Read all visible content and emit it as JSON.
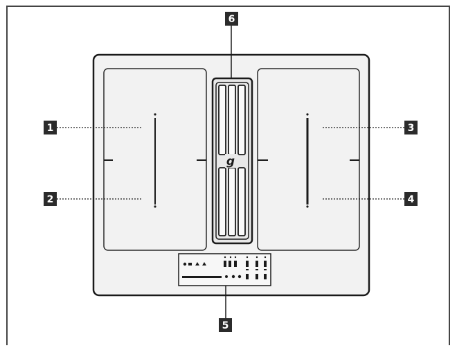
{
  "diagram": {
    "callouts": [
      {
        "id": "zone-1",
        "label": "1"
      },
      {
        "id": "zone-2",
        "label": "2"
      },
      {
        "id": "zone-3",
        "label": "3"
      },
      {
        "id": "zone-4",
        "label": "4"
      },
      {
        "id": "control-panel",
        "label": "5"
      },
      {
        "id": "extractor",
        "label": "6"
      }
    ],
    "extractor_symbol": "g",
    "colors": {
      "line": "#1a1a1a",
      "label_bg": "#2b2b2b",
      "label_text": "#ffffff",
      "surface": "#f2f2f2"
    }
  }
}
